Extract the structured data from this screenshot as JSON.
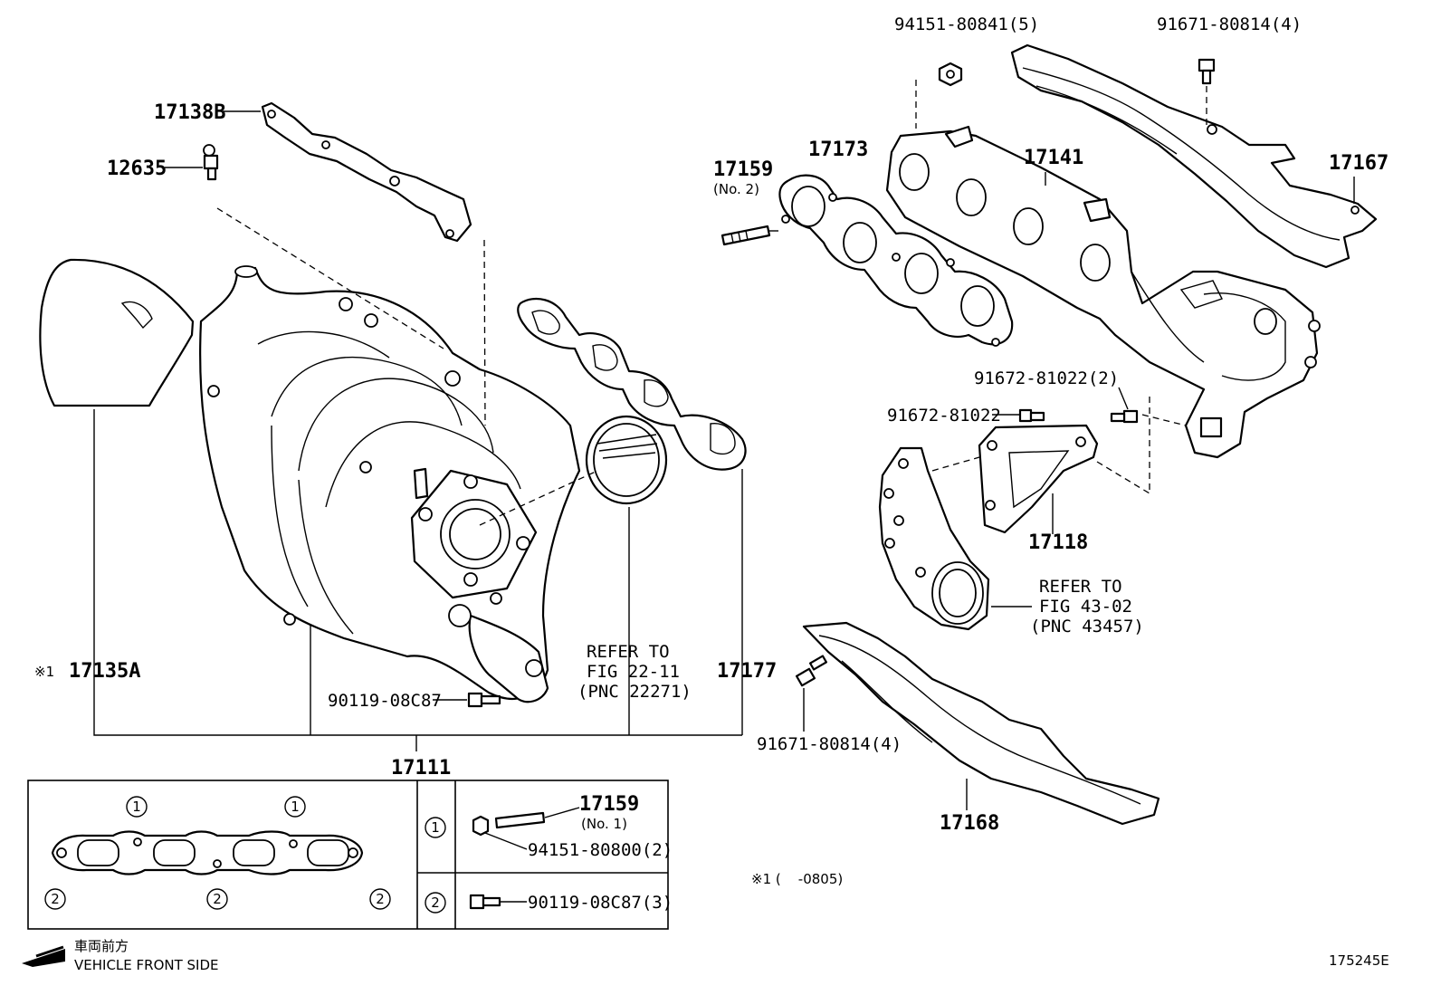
{
  "labels": {
    "p94151_80841": "94151-80841(5)",
    "p91671_80814_top": "91671-80814(4)",
    "p17138b": "17138B",
    "p12635": "12635",
    "p17159_no2": "17159",
    "no2": "(No. 2)",
    "p17173": "17173",
    "p17141": "17141",
    "p17167": "17167",
    "p91672_81022_2": "91672-81022(2)",
    "p91672_81022": "91672-81022",
    "p17118": "17118",
    "p17135a": "17135A",
    "p17177": "17177",
    "p90119_08c87": "90119-08C87",
    "p17111": "17111",
    "p91671_80814_bottom": "91671-80814(4)",
    "p17168": "17168",
    "p17159_no1": "17159",
    "no1": "(No. 1)",
    "p94151_80800": "94151-80800(2)",
    "p90119_08c87_3": "90119-08C87(3)",
    "figure_id": "175245E"
  },
  "refs": {
    "fig22": [
      "REFER TO",
      "FIG 22-11",
      "(PNC 22271)"
    ],
    "fig43": [
      "REFER TO",
      "FIG 43-02",
      "(PNC 43457)"
    ]
  },
  "notes": {
    "mark": "※1",
    "range_note": "※1 (    -0805)"
  },
  "legend": {
    "one": "1",
    "two": "2"
  },
  "orientation": {
    "jp": "車両前方",
    "en": "VEHICLE FRONT SIDE"
  }
}
